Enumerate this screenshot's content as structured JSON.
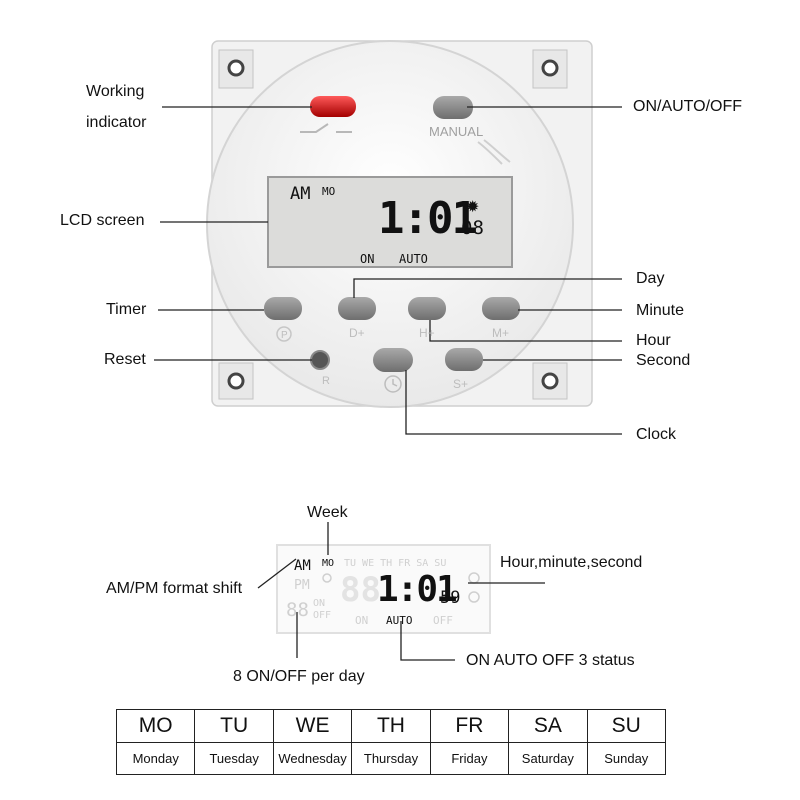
{
  "device": {
    "manual_label": "MANUAL",
    "lcd": {
      "ampm": "AM",
      "day": "MO",
      "time": "1:01",
      "seconds": "08",
      "status_on": "ON",
      "status_auto": "AUTO"
    },
    "buttons": {
      "timer": "P",
      "day": "D+",
      "hour": "H+",
      "minute": "M+",
      "reset": "R",
      "second": "S+"
    }
  },
  "callouts": {
    "working_indicator_line1": "Working",
    "working_indicator_line2": "indicator",
    "on_auto_off": "ON/AUTO/OFF",
    "lcd_screen": "LCD screen",
    "day": "Day",
    "timer": "Timer",
    "minute": "Minute",
    "hour": "Hour",
    "reset": "Reset",
    "second": "Second",
    "clock": "Clock"
  },
  "lcd_detail": {
    "ampm_am": "AM",
    "ampm_pm": "PM",
    "day_active": "MO",
    "days_faint": "TU WE TH FR SA SU",
    "time": "1:01",
    "seconds": "59",
    "ghost_digits": "88",
    "ghost_program": "88",
    "on_off_on": "ON",
    "on_off_off": "OFF",
    "status_on": "ON",
    "status_auto": "AUTO",
    "status_off": "OFF"
  },
  "lcd_callouts": {
    "week": "Week",
    "hms": "Hour,minute,second",
    "ampm": "AM/PM format shift",
    "on_off_per_day": "8 ON/OFF per day",
    "status": "ON AUTO OFF 3 status"
  },
  "days_table": {
    "abbr": [
      "MO",
      "TU",
      "WE",
      "TH",
      "FR",
      "SA",
      "SU"
    ],
    "full": [
      "Monday",
      "Tuesday",
      "Wednesday",
      "Thursday",
      "Friday",
      "Saturday",
      "Sunday"
    ]
  }
}
